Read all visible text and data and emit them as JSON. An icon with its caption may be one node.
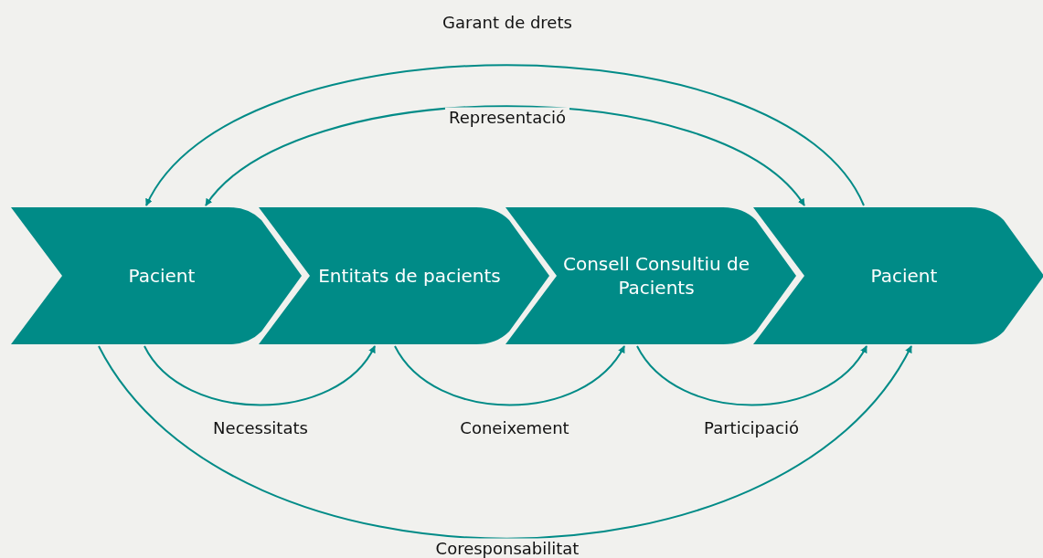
{
  "diagram": {
    "nodes": [
      {
        "text": [
          "Pacient"
        ]
      },
      {
        "text": [
          "Entitats de pacients"
        ]
      },
      {
        "text": [
          "Consell Consultiu de Pacients"
        ]
      },
      {
        "text": [
          "Pacient"
        ]
      }
    ],
    "edges": [
      {
        "from": 3,
        "to": 0,
        "arrow": "to",
        "label": "Garant de drets"
      },
      {
        "from": 0,
        "to": 3,
        "arrow": "both",
        "label": "Representació"
      },
      {
        "from": 0,
        "to": 1,
        "arrow": "to",
        "label": "Necessitats"
      },
      {
        "from": 1,
        "to": 2,
        "arrow": "to",
        "label": "Coneixement"
      },
      {
        "from": 2,
        "to": 3,
        "arrow": "to",
        "label": "Participació"
      },
      {
        "from": 0,
        "to": 3,
        "arrow": "to",
        "label": "Coresponsabilitat"
      }
    ]
  }
}
